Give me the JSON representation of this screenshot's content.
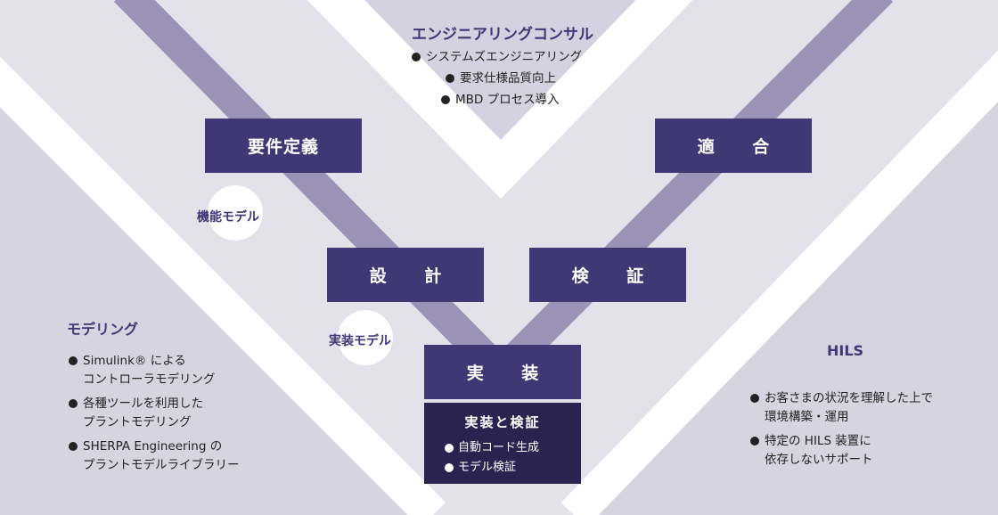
{
  "top": {
    "title": "エンジニアリングコンサル",
    "items": [
      "システムズエンジニアリング",
      "要求仕様品質向上",
      "MBD プロセス導入"
    ]
  },
  "phases": {
    "requirements": "要件定義",
    "design": "設 計",
    "implementation": "実 装",
    "verification": "検 証",
    "calibration": "適 合"
  },
  "labels": {
    "functional_model": "機能モデル",
    "implementation_model": "実装モデル"
  },
  "modeling": {
    "title": "モデリング",
    "items": [
      [
        "Simulink® による",
        "コントローラモデリング"
      ],
      [
        "各種ツールを利用した",
        "プラントモデリング"
      ],
      [
        "SHERPA Engineering の",
        "プラントモデルライブラリー"
      ]
    ]
  },
  "hils": {
    "title": "HILS",
    "items": [
      [
        "お客さまの状況を理解した上で",
        "環境構築・運用"
      ],
      [
        "特定の HILS 装置に",
        "依存しないサポート"
      ]
    ]
  },
  "impl_verify": {
    "title": "実装と検証",
    "items": [
      "自動コード生成",
      "モデル検証"
    ]
  },
  "colors": {
    "box": "#3f3874",
    "box_dark": "#2a2350",
    "accent_text": "#3f3874",
    "band": "#9a93b5",
    "background": "#e3e1ea"
  }
}
